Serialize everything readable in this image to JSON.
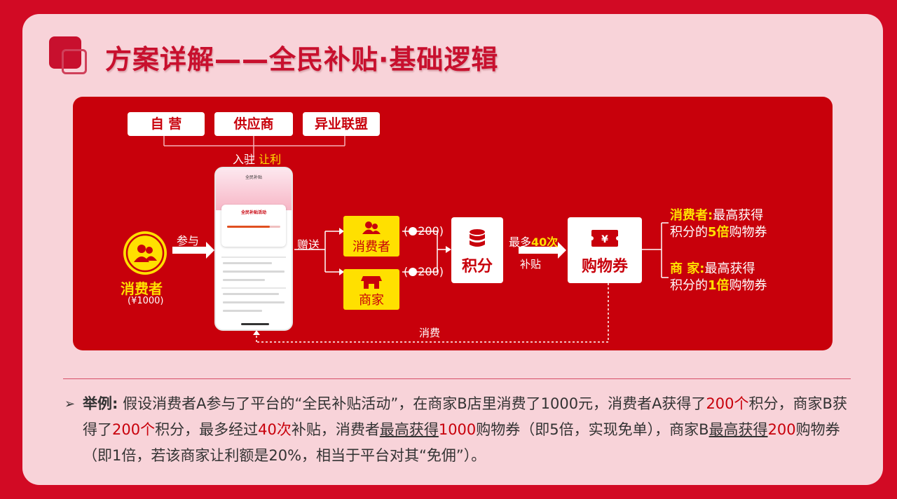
{
  "title": "方案详解——全民补贴·基础逻辑",
  "diagram": {
    "top_boxes": [
      "自  营",
      "供应商",
      "异业联盟"
    ],
    "join_label": "入驻",
    "join_label_highlight": "让利",
    "consumer": {
      "label": "消费者",
      "amount": "(¥1000)"
    },
    "participate_label": "参与",
    "gift_label": "赠送",
    "box_consumer": "消费者",
    "box_merchant": "商家",
    "points_badge_1": "200",
    "points_badge_2": "200",
    "points_box": "积分",
    "max_label_prefix": "最多",
    "max_label_value": "40次",
    "subsidy_label": "补贴",
    "voucher_box": "购物券",
    "consume_label": "消费",
    "result_consumer_key": "消费者:",
    "result_consumer_line1": "最高获得",
    "result_consumer_line2a": "积分的",
    "result_consumer_line2b": "5倍",
    "result_consumer_line2c": "购物券",
    "result_merchant_key": "商   家:",
    "result_merchant_line1": "最高获得",
    "result_merchant_line2a": "积分的",
    "result_merchant_line2b": "1倍",
    "result_merchant_line2c": "购物券",
    "phone": {
      "header": "全民补贴",
      "card_title": "全民补贴活动"
    }
  },
  "example": {
    "lead": "举例:",
    "t1": "假设消费者A参与了平台的“全民补贴活动”，在商家B店里消费了1000元，消费者A获得了",
    "r1": "200个",
    "t2": "积分，商家B获得了",
    "r2": "200个",
    "t3": "积分，最多经过",
    "r3": "40次",
    "t4": "补贴，消费者",
    "u1": "最高获得",
    "r4": "1000",
    "t5": "购物券（即5倍，实现免单），商家B",
    "u2": "最高获得",
    "r5": "200",
    "t6": "购物券（即1倍，若该商家让利额是20%，相当于平台对其“免佣”）。"
  },
  "colors": {
    "brand_red": "#c8000b",
    "accent_yellow": "#ffe000",
    "page_bg": "#f8d3d9"
  }
}
